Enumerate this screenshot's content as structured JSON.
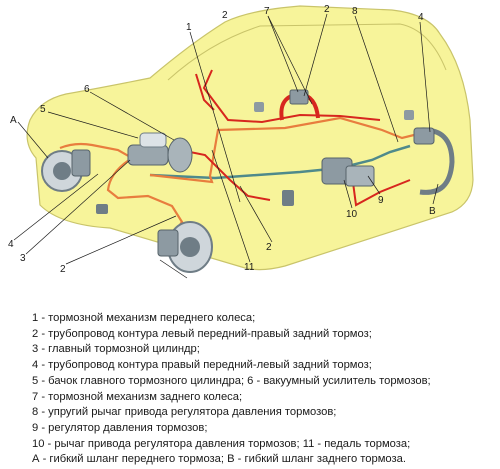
{
  "colors": {
    "body_fill": "#f7f49a",
    "body_outline": "#c9c46a",
    "pipe_orange": "#e87d3e",
    "pipe_red": "#d7261e",
    "pipe_teal": "#4f8a8b",
    "metal_dark": "#6f7d86",
    "metal_light": "#cfd6db"
  },
  "icons": {
    "car_body": "car-body-outline",
    "front_brake": "disc-brake-icon",
    "rear_brake": "drum-brake-icon",
    "master_cylinder": "cylinder-icon"
  },
  "callouts": {
    "c1_top": "1",
    "c2_top_center": "2",
    "c2_top_right": "2",
    "c2_bottom_left": "2",
    "c2_bottom_center": "2",
    "c3": "3",
    "c4_left": "4",
    "c4_right": "4",
    "c5": "5",
    "c6": "6",
    "c7": "7",
    "c8": "8",
    "c9": "9",
    "c10": "10",
    "c11": "11",
    "cA": "A",
    "cB": "B"
  },
  "legend": [
    "1 - тормозной механизм переднего колеса;",
    "2 - трубопровод контура левый передний-правый задний тормоз;",
    "3 - главный тормозной цилиндр;",
    "4 - трубопровод контура правый передний-левый задний тормоз;",
    "5 - бачок главного тормозного цилиндра; 6 - вакуумный усилитель тормозов;",
    "7 - тормозной механизм заднего колеса;",
    "8 - упругий рычаг привода регулятора давления тормозов;",
    "9 - регулятор давления тормозов;",
    "10 - рычаг привода регулятора давления тормозов; 11 - педаль тормоза;",
    "А - гибкий шланг переднего тормоза; В - гибкий шланг заднего тормоза."
  ]
}
